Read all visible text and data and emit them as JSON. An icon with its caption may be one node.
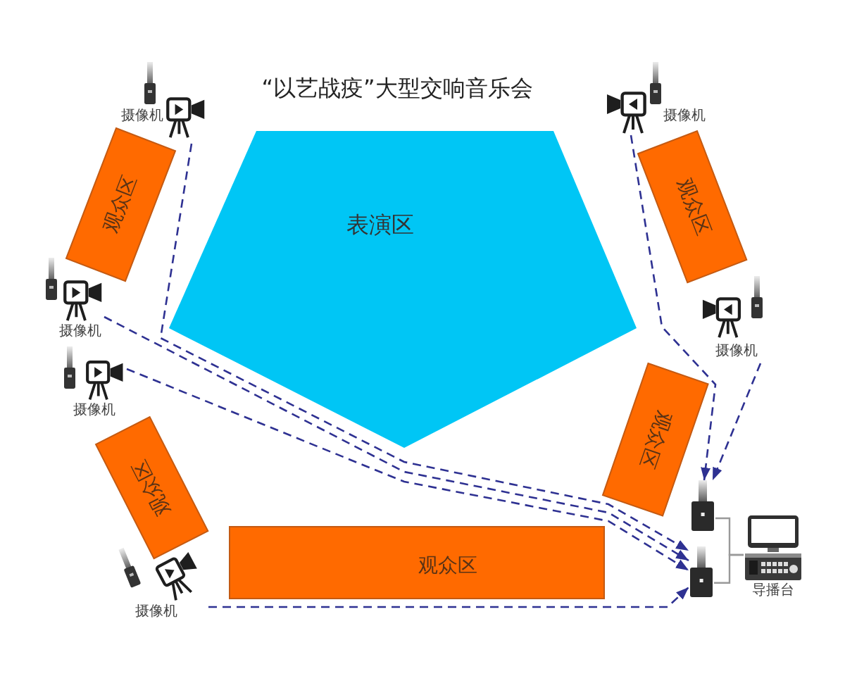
{
  "diagram": {
    "title": "“以艺战疫”大型交响音乐会",
    "nodes": [
      {
        "text": [
          "摄像机"
        ]
      },
      {
        "text": [
          "摄像机"
        ]
      },
      {
        "text": [
          "观众区"
        ]
      },
      {
        "text": [
          "观众区"
        ]
      },
      {
        "text": [
          "表演区"
        ]
      },
      {
        "text": [
          "摄像机"
        ]
      },
      {
        "text": [
          "摄像机"
        ]
      },
      {
        "text": [
          "摄像机"
        ]
      },
      {
        "text": [
          "观众区"
        ]
      },
      {
        "text": [
          "观众区"
        ]
      },
      {
        "text": [],
        "shape": "picture"
      },
      {
        "text": [
          "观众区"
        ]
      },
      {
        "text": [
          "摄像机"
        ]
      },
      {
        "text": [],
        "shape": "picture"
      },
      {
        "text": [
          "导播台"
        ]
      }
    ],
    "edges": [
      {
        "from": 1,
        "to": 10,
        "arrow": "to",
        "style": "dashed"
      },
      {
        "from": 6,
        "to": 10,
        "arrow": "to",
        "style": "dashed"
      },
      {
        "from": 0,
        "to": 13,
        "arrow": "to",
        "style": "dashed"
      },
      {
        "from": 5,
        "to": 13,
        "arrow": "to",
        "style": "dashed"
      },
      {
        "from": 7,
        "to": 13,
        "arrow": "to",
        "style": "dashed"
      },
      {
        "from": 12,
        "to": 13,
        "arrow": "to",
        "style": "dashed"
      },
      {
        "from": 10,
        "to": 14,
        "arrow": "none",
        "color": "#999999"
      },
      {
        "from": 13,
        "to": 14,
        "arrow": "none",
        "color": "#999999"
      }
    ]
  }
}
